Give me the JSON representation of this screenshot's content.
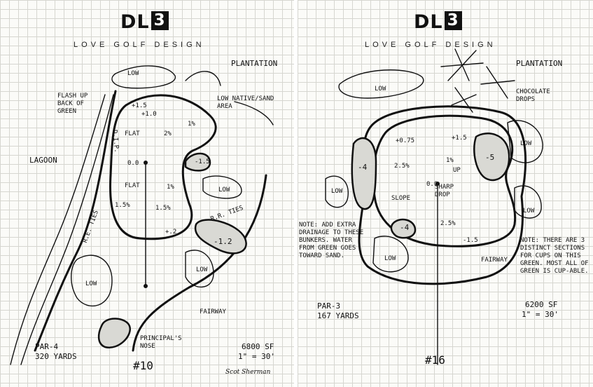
{
  "left_sheet": {
    "logo": {
      "brand": "DL",
      "number": "3"
    },
    "tagline": "LOVE GOLF DESIGN",
    "labels": {
      "plantation": "PLANTATION",
      "low_native": "LOW NATIVE/SAND AREA",
      "flash_up": "FLASH UP BACK OF GREEN",
      "lagoon": "LAGOON",
      "dip": "D.I.P.",
      "re_ties": "R.E. TIES",
      "rr_ties": "R.R. TIES",
      "fairway": "FAIRWAY",
      "principals_nose": "PRINCIPAL'S NOSE",
      "flat_1": "FLAT",
      "flat_2": "FLAT",
      "low_1": "LOW",
      "low_2": "LOW",
      "low_3": "LOW",
      "low_4": "LOW",
      "bunker_1": "-1.5",
      "bunker_2": "-1.2"
    },
    "elevations": [
      "+1.5",
      "+1.0",
      "0.0",
      "+.2"
    ],
    "slopes": [
      "2%",
      "1%",
      "1%",
      "1.5%",
      "1.5%"
    ],
    "hole_info": {
      "par": "PAR-4",
      "yards": "320 YARDS"
    },
    "area": {
      "sf": "6800 SF",
      "scale": "1\" = 30'"
    },
    "hole_number": "#10",
    "signature": "Scot Sherman"
  },
  "right_sheet": {
    "logo": {
      "brand": "DL",
      "number": "3"
    },
    "tagline": "LOVE GOLF DESIGN",
    "labels": {
      "plantation": "PLANTATION",
      "chocolate_drops": "CHOCOLATE DROPS",
      "fairway": "FAIRWAY",
      "sharp_drop": "SHARP DROP",
      "slope": "SLOPE",
      "up": "UP",
      "low_1": "LOW",
      "low_2": "LOW",
      "low_3": "LOW",
      "low_4": "LOW",
      "low_5": "LOW",
      "bunker_1": "-4",
      "bunker_2": "-5",
      "bunker_3": "-4"
    },
    "elevations": [
      "+0.75",
      "+1.5",
      "0.0",
      "-1.5"
    ],
    "slopes": [
      "2.5%",
      "1%",
      "2.5%"
    ],
    "note_left": "NOTE: ADD EXTRA DRAINAGE TO THESE BUNKERS. WATER FROM GREEN GOES TOWARD SAND.",
    "note_right": "NOTE: THERE ARE 3 DISTINCT SECTIONS FOR CUPS ON THIS GREEN. MOST ALL OF GREEN IS CUP-ABLE.",
    "hole_info": {
      "par": "PAR-3",
      "yards": "167 YARDS"
    },
    "area": {
      "sf": "6200 SF",
      "scale": "1\" = 30'"
    },
    "hole_number": "#16"
  }
}
